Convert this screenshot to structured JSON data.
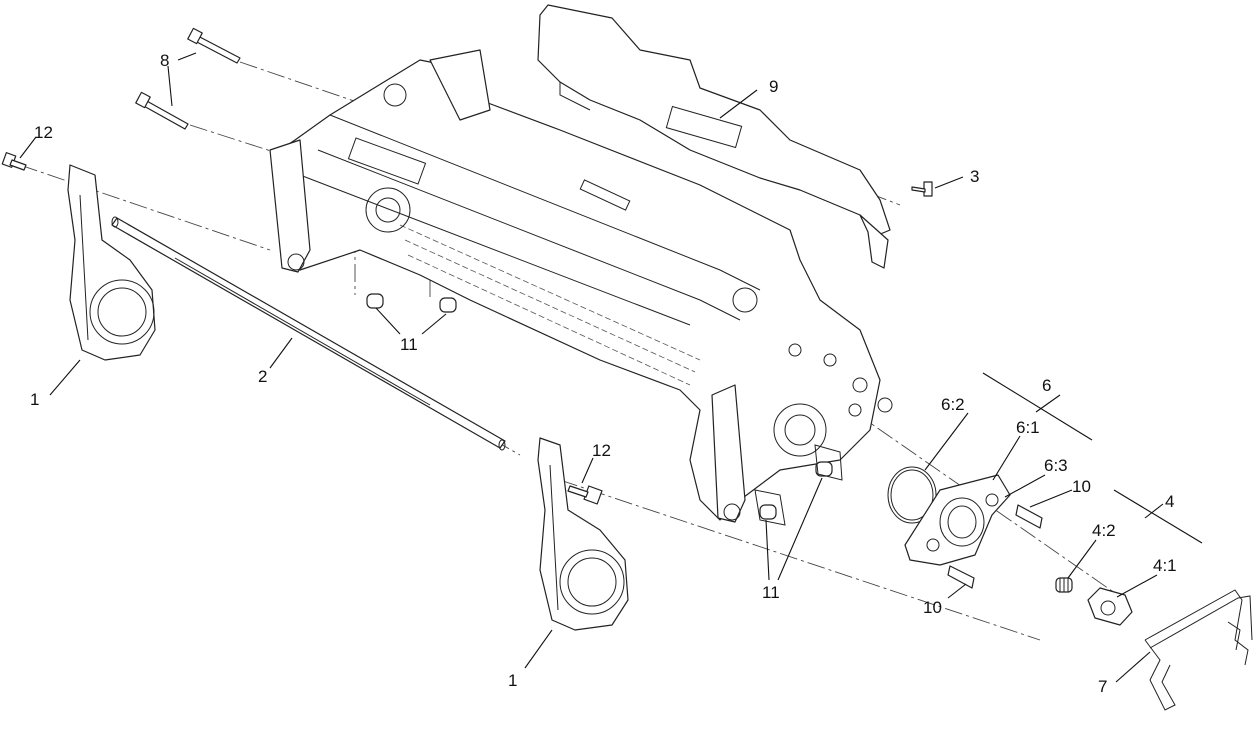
{
  "diagram": {
    "callouts": {
      "c8": "8",
      "c9": "9",
      "c12a": "12",
      "c3": "3",
      "c2": "2",
      "c11a": "11",
      "c1a": "1",
      "c6": "6",
      "c6_2": "6:2",
      "c6_1": "6:1",
      "c6_3": "6:3",
      "c10a": "10",
      "c4": "4",
      "c12b": "12",
      "c4_2": "4:2",
      "c4_1": "4:1",
      "c11b": "11",
      "c10b": "10",
      "c1b": "1",
      "c7": "7"
    }
  }
}
